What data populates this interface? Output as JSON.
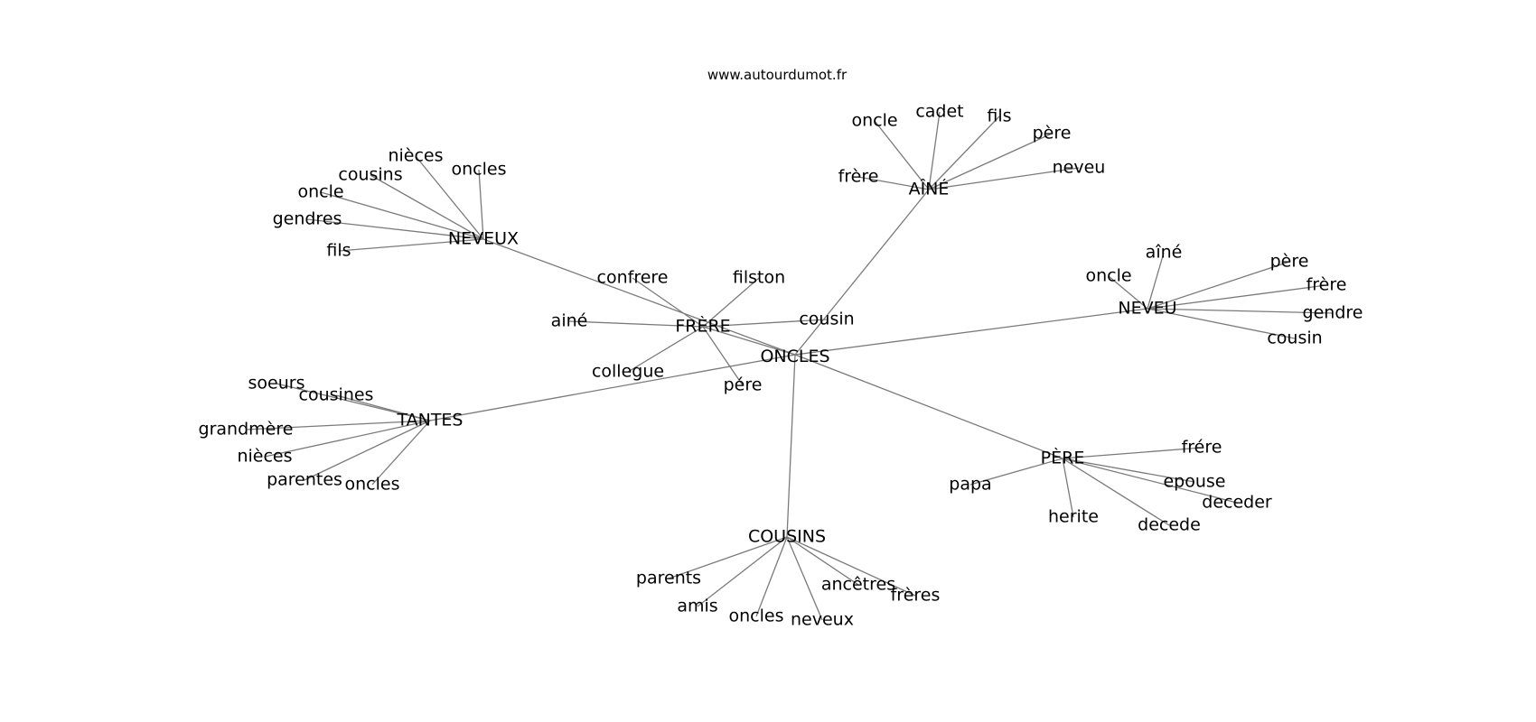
{
  "site": "www.autourdumot.fr",
  "center": "ONCLES",
  "hubs": [
    {
      "id": "neveux",
      "label": "NEVEUX",
      "words": [
        "nièces",
        "cousins",
        "oncles",
        "oncle",
        "gendres",
        "fils"
      ]
    },
    {
      "id": "aine",
      "label": "AÎNÉ",
      "words": [
        "oncle",
        "cadet",
        "fils",
        "père",
        "frère",
        "neveu"
      ]
    },
    {
      "id": "frere",
      "label": "FRÈRE",
      "words": [
        "confrere",
        "filston",
        "ainé",
        "cousin",
        "collegue",
        "pére"
      ]
    },
    {
      "id": "neveu",
      "label": "NEVEU",
      "words": [
        "aîné",
        "oncle",
        "père",
        "frère",
        "gendre",
        "cousin"
      ]
    },
    {
      "id": "tantes",
      "label": "TANTES",
      "words": [
        "soeurs",
        "cousines",
        "grandmère",
        "nièces",
        "parentes",
        "oncles"
      ]
    },
    {
      "id": "pere",
      "label": "PÈRE",
      "words": [
        "frére",
        "papa",
        "epouse",
        "deceder",
        "herite",
        "decede"
      ]
    },
    {
      "id": "cousins",
      "label": "COUSINS",
      "words": [
        "parents",
        "amis",
        "oncles",
        "neveux",
        "ancêtres",
        "frères"
      ]
    }
  ]
}
